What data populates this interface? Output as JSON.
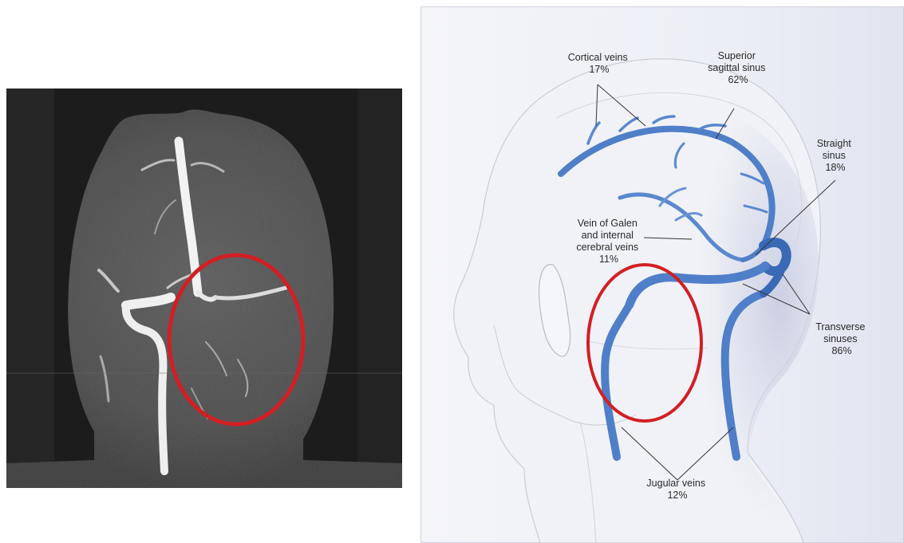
{
  "colors": {
    "highlight_circle": "#d21f24",
    "vein_blue": "#4f7fc8",
    "vein_blue_dark": "#3a69b5",
    "illustration_bg": "#e9ecf4",
    "mri_bg": "#1c1c1c"
  },
  "illustration": {
    "labels": {
      "cortical_veins": {
        "name": "Cortical veins",
        "pct": "17%"
      },
      "superior_sagittal_sinus": {
        "line1": "Superior",
        "line2": "sagittal sinus",
        "pct": "62%"
      },
      "straight_sinus": {
        "line1": "Straight",
        "line2": "sinus",
        "pct": "18%"
      },
      "vein_of_galen": {
        "line1": "Vein of Galen",
        "line2": "and internal",
        "line3": "cerebral veins",
        "pct": "11%"
      },
      "transverse_sinuses": {
        "line1": "Transverse",
        "line2": "sinuses",
        "pct": "86%"
      },
      "jugular_veins": {
        "name": "Jugular veins",
        "pct": "12%"
      }
    }
  }
}
